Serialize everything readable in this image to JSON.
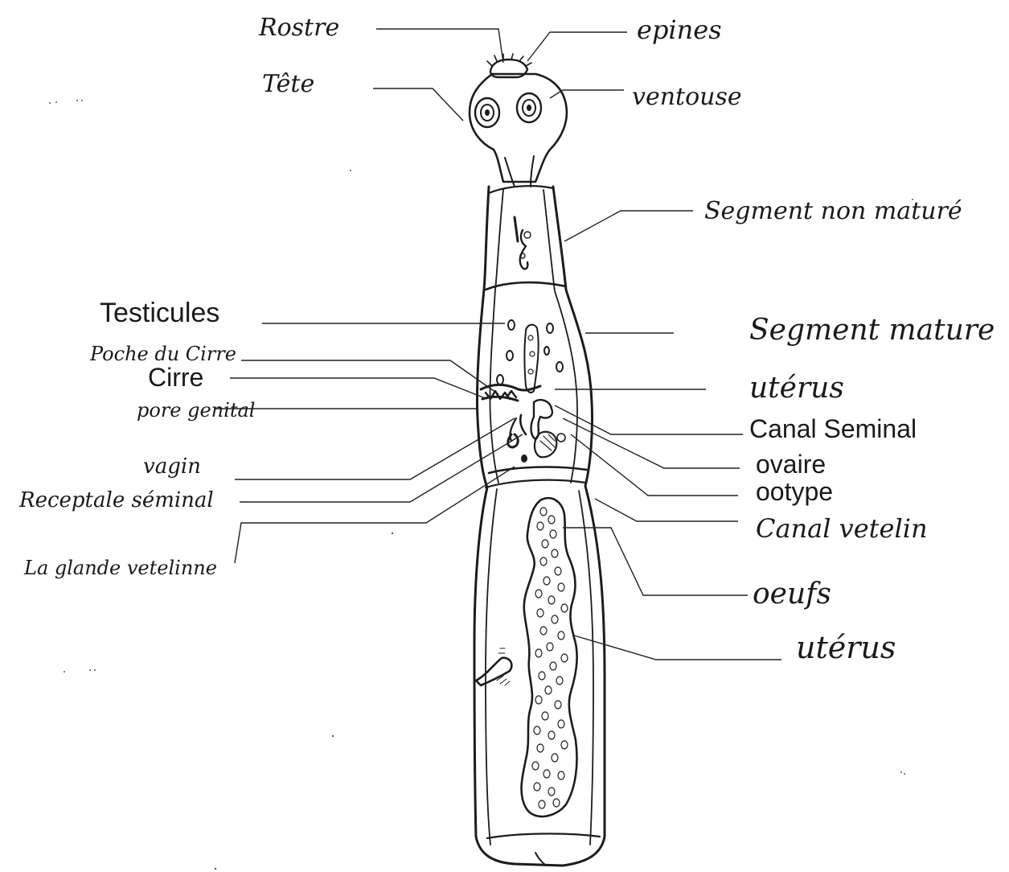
{
  "labels": {
    "rostre": "Rostre",
    "epines": "epines",
    "tete": "Tête",
    "ventouse": "ventouse",
    "segment_non_mature": "Segment non maturé",
    "testicules": "Testicules",
    "segment_mature": "Segment mature",
    "poche_du_cirre": "Poche du Cirre",
    "cirre": "Cirre",
    "uterus_1": "utérus",
    "pore_genital": "pore genital",
    "canal_seminal": "Canal Seminal",
    "vagin": "vagin",
    "ovaire": "ovaire",
    "receptacle_seminal": "Receptale séminal",
    "ootype": "ootype",
    "canal_vitellin": "Canal vetelin",
    "glande_vitelline": "La glande vetelinne",
    "oeufs": "oeufs",
    "uterus_2": "utérus"
  },
  "colors": {
    "ink": "#1c1c1c",
    "paper": "#ffffff"
  }
}
